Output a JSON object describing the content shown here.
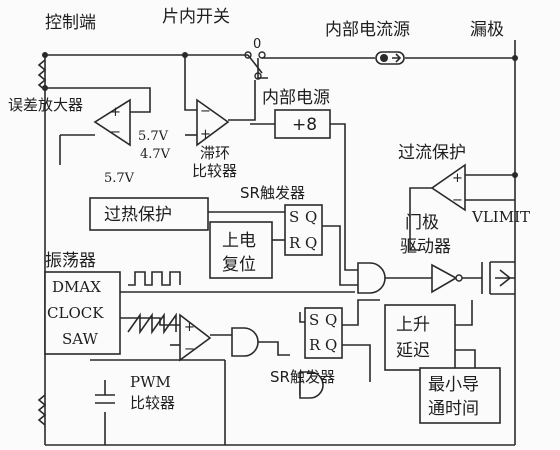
{
  "labels": {
    "control_terminal": "控制端",
    "internal_switch": "片内开关",
    "switch_zero": "0",
    "internal_current_source": "内部电流源",
    "drain": "漏极",
    "error_amp": "误差放大器",
    "internal_supply": "内部电源",
    "supply_value": "+8",
    "ref_5_7v": "5.7V",
    "ref_4_7v": "4.7V",
    "ref_5_7v_2": "5.7V",
    "hysteresis_comp_line1": "滞环",
    "hysteresis_comp_line2": "比较器",
    "over_current": "过流保护",
    "v_limit": "VLIMIT",
    "sr_ff_top_title": "SR触发器",
    "over_temp": "过热保护",
    "power_on_reset_line1": "上电",
    "power_on_reset_line2": "复位",
    "ff_s": "S",
    "ff_q": "Q",
    "ff_r": "R",
    "gate_driver_line1": "门极",
    "gate_driver_line2": "驱动器",
    "oscillator": "振荡器",
    "dmax": "DMAX",
    "clock": "CLOCK",
    "saw": "SAW",
    "rise_delay_line1": "上升",
    "rise_delay_line2": "延迟",
    "sr_ff_bottom_title": "SR触发器",
    "min_on_time_line1": "最小导",
    "min_on_time_line2": "通时间",
    "pwm_line1": "PWM",
    "pwm_line2": "比较器"
  }
}
